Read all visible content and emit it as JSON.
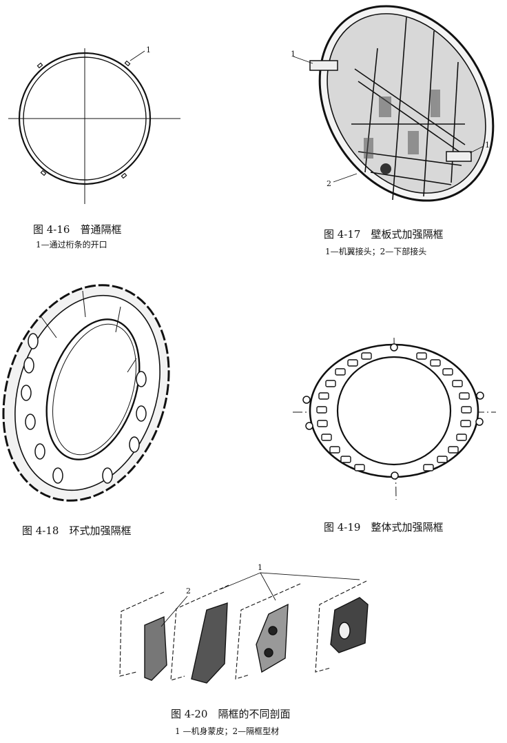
{
  "figures": [
    {
      "id": "4-16",
      "title": "图 4-16　普通隔框",
      "subtitle": "1—通过桁条的开口",
      "callouts": [
        "1"
      ]
    },
    {
      "id": "4-17",
      "title": "图 4-17　壁板式加强隔框",
      "subtitle": "1—机翼接头；2—下部接头",
      "callouts": [
        "1",
        "1",
        "2"
      ]
    },
    {
      "id": "4-18",
      "title": "图 4-18　环式加强隔框"
    },
    {
      "id": "4-19",
      "title": "图 4-19　整体式加强隔框"
    },
    {
      "id": "4-20",
      "title": "图 4-20　隔框的不同剖面",
      "subtitle": "1 —机身蒙皮；2—隔框型材",
      "callouts": [
        "1",
        "2"
      ]
    }
  ]
}
